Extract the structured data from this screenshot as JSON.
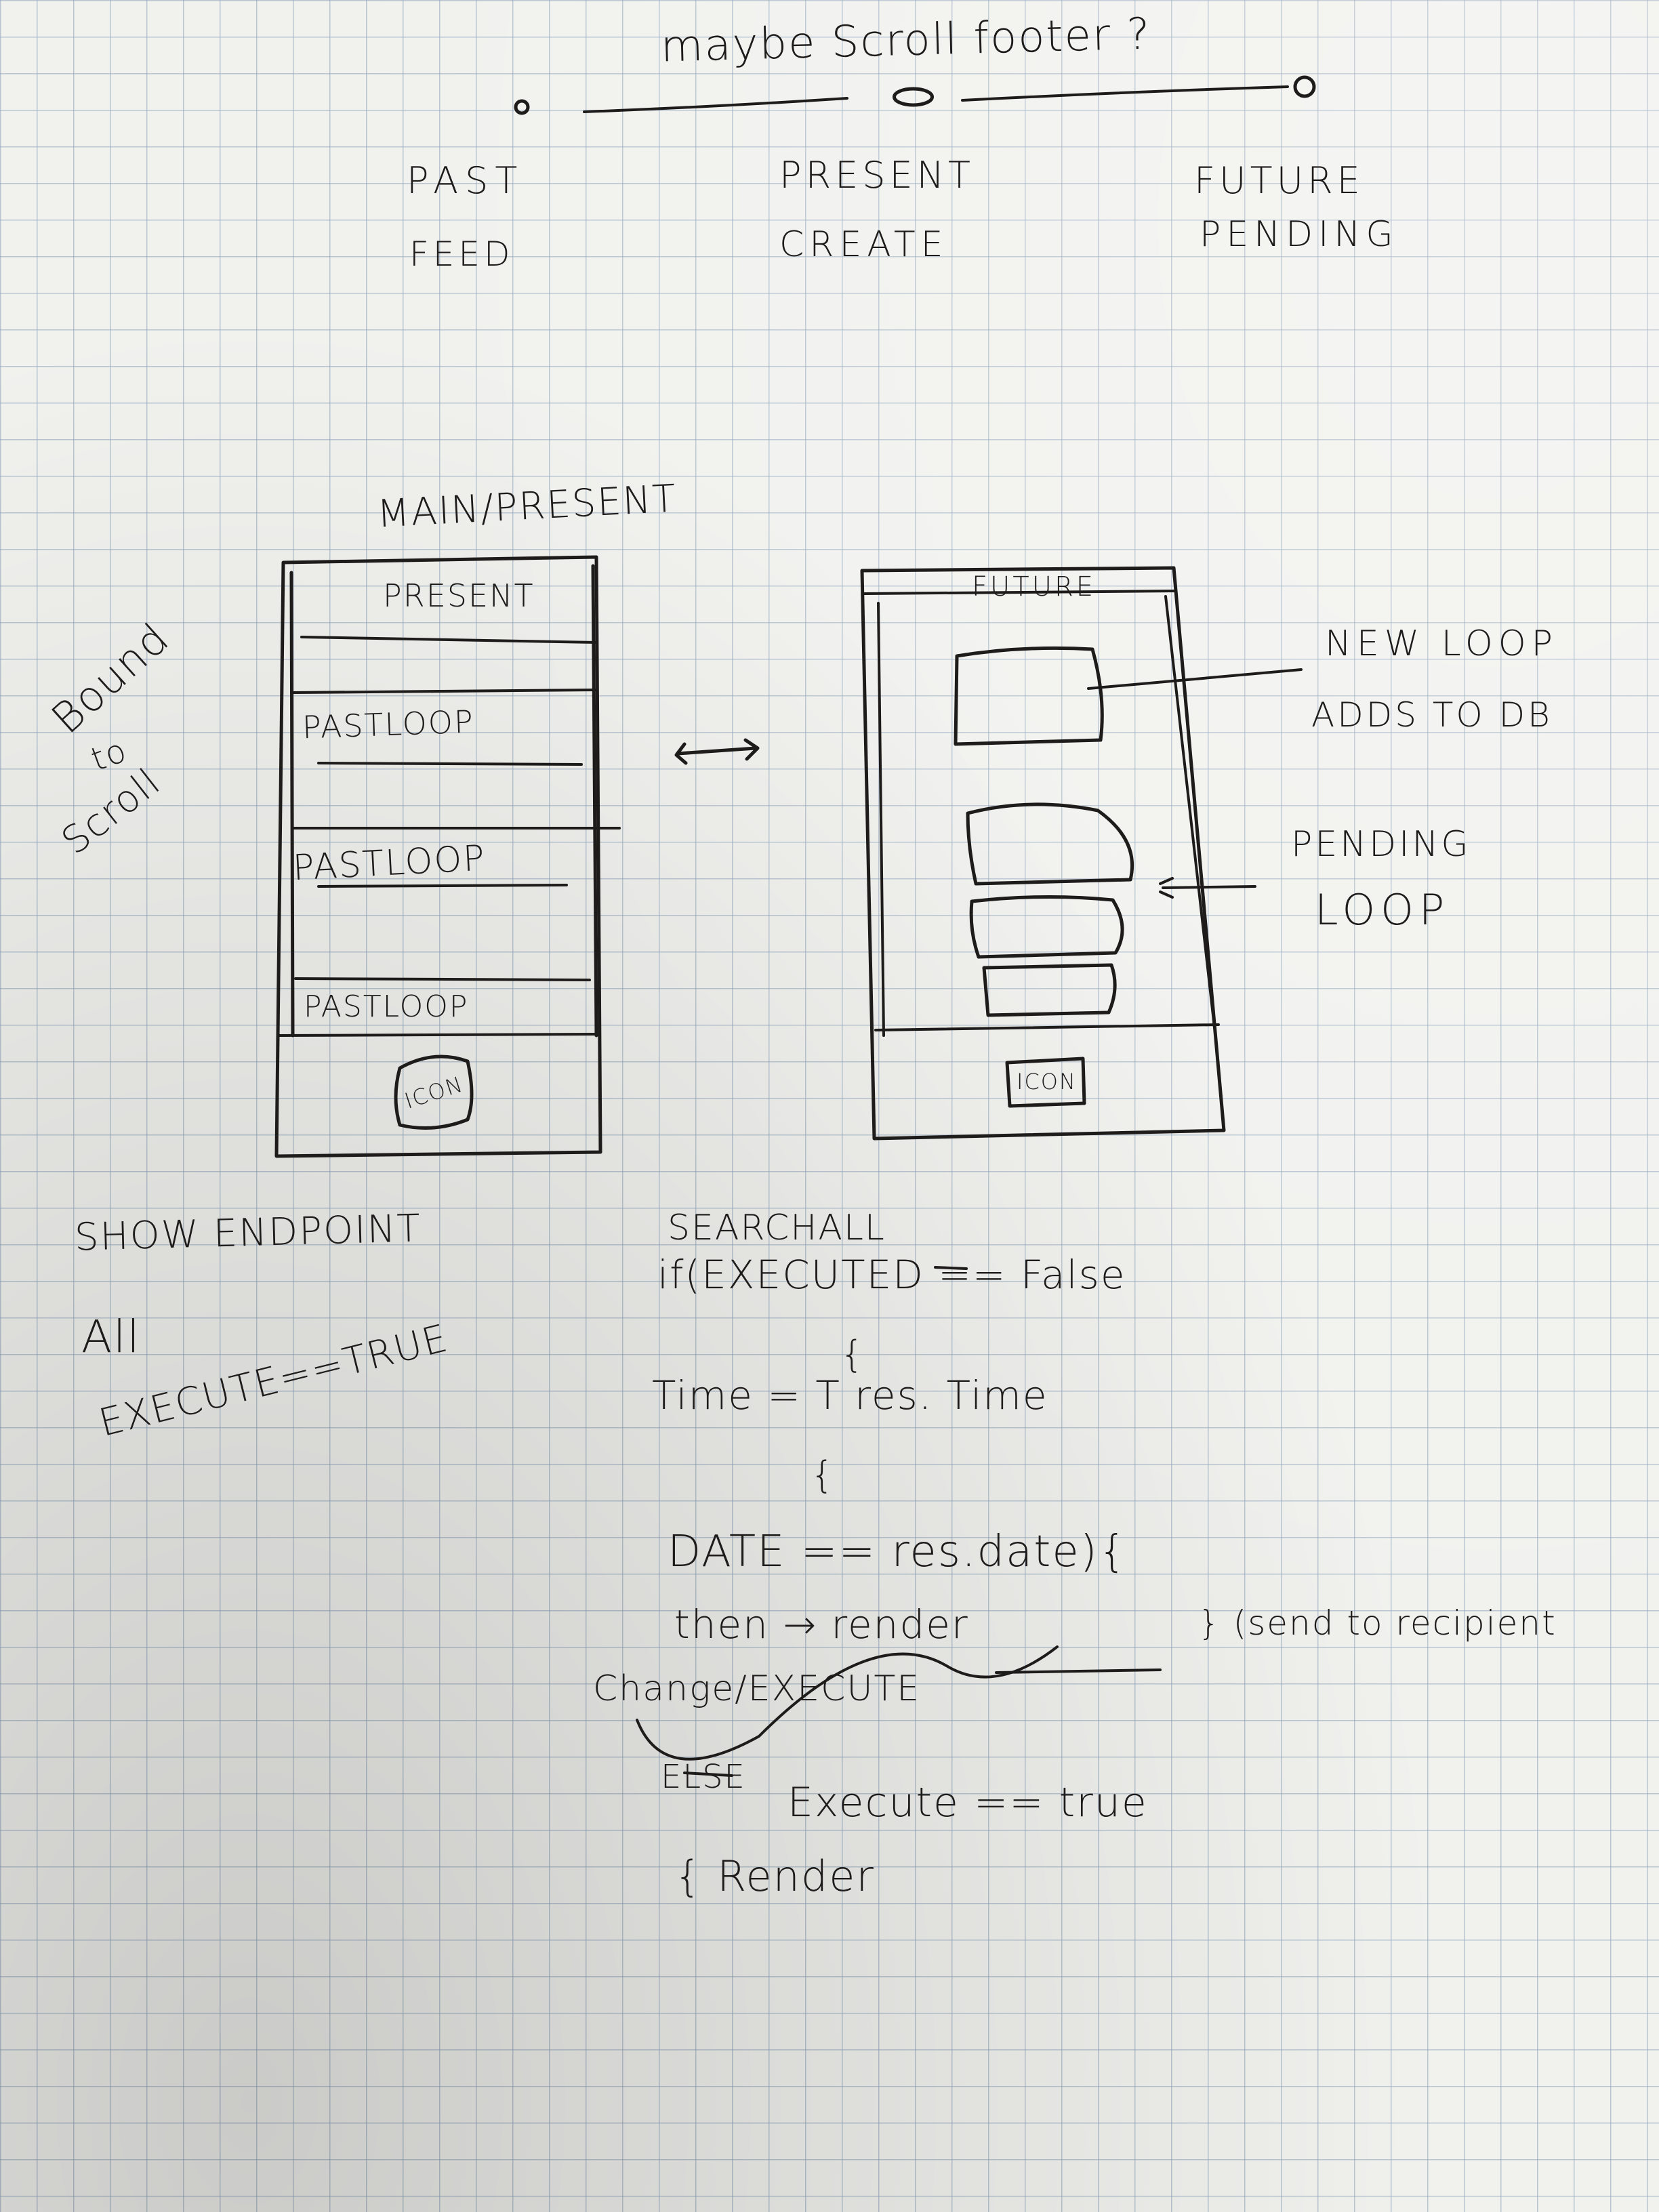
{
  "header": {
    "title": "maybe Scroll footer ?"
  },
  "scroll_slider": {
    "position": 0.5
  },
  "columns": [
    {
      "top": "PAST",
      "bottom": "FEED"
    },
    {
      "top": "PRESENT",
      "bottom": "CREATE"
    },
    {
      "top": "FUTURE",
      "bottom": "PENDING"
    }
  ],
  "main_screen": {
    "caption": "MAIN/PRESENT",
    "header": "PRESENT",
    "rows": [
      "PASTLOOP",
      "PASTLOOP",
      "PASTLOOP"
    ],
    "icon": "ICON"
  },
  "side_note": {
    "line1": "Bound",
    "line2": "to",
    "line3": "Scroll"
  },
  "swap_arrow": "↔",
  "future_screen": {
    "header": "FUTURE",
    "icon": "ICON"
  },
  "annotations": {
    "new_loop": "NEW LOOP",
    "adds_to_db": "ADDS TO DB",
    "pending_1": "PENDING",
    "pending_2": "LOOP"
  },
  "notes_left": {
    "show_endpoint": "SHOW ENDPOINT",
    "all": "All",
    "execute_true": "EXECUTE==TRUE"
  },
  "code": {
    "line1": "SEARCHALL",
    "line2": "if(EXECUTED == False",
    "brace1": "{",
    "line3": "Time = T res. Time",
    "brace2": "{",
    "line4": "DATE == res.date){",
    "line5": "then → render",
    "line5b": "} (send to recipient",
    "line6": "Change/EXECUTE",
    "line7": "ELSE",
    "line8": "Execute == true",
    "line9": "{ Render"
  }
}
